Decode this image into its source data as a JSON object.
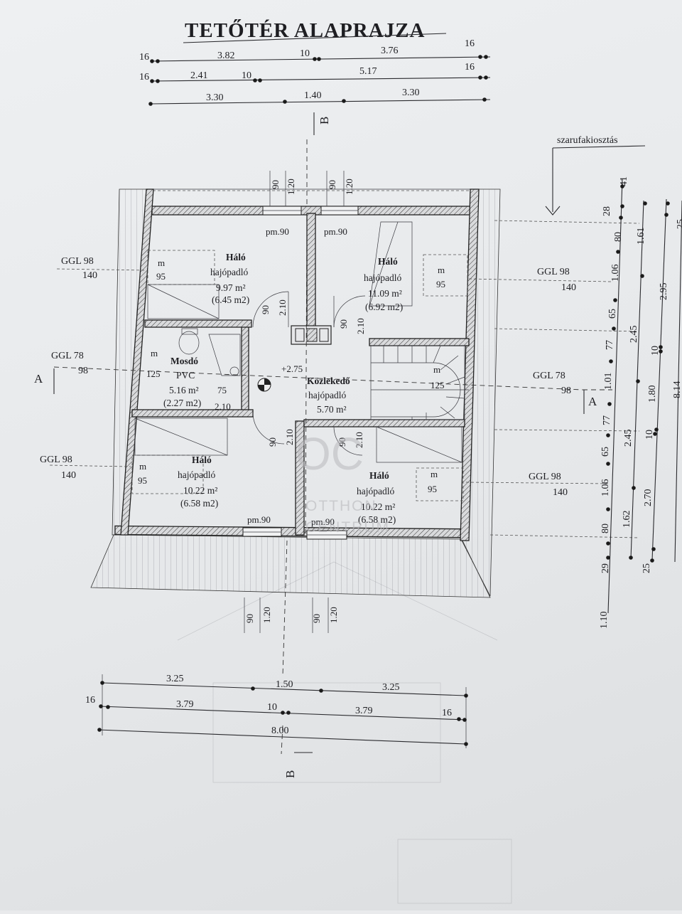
{
  "title": "TETŐTÉR ALAPRAJZA",
  "top_dims": {
    "row1": [
      "16",
      "3.82",
      "10",
      "3.76",
      "16"
    ],
    "row2": [
      "16",
      "2.41",
      "10",
      "5.17",
      "16"
    ],
    "row3": [
      "3.30",
      "1.40",
      "3.30"
    ]
  },
  "bottom_dims": {
    "row1": [
      "3.25",
      "1.50",
      "3.25"
    ],
    "row2": [
      "16",
      "3.79",
      "10",
      "3.79",
      "16"
    ],
    "row3": [
      "8.00"
    ]
  },
  "section_marks": {
    "a_left": "A",
    "a_right": "A",
    "b_top": "B",
    "b_bottom": "B"
  },
  "rafter_note": "szarufakiosztás",
  "right_dims": {
    "col1": [
      "41",
      "28",
      "80",
      "1.06",
      "65",
      "77",
      "1.01",
      "77",
      "65",
      "1.06",
      "80",
      "29",
      "1.10"
    ],
    "col2": [
      "1.61",
      "2.45",
      "1.80",
      "2.45",
      "1.62"
    ],
    "col3": [
      "25",
      "2.95",
      "10",
      "10",
      "2.70",
      "25"
    ],
    "col4": [
      "8.14"
    ]
  },
  "ggl_left": [
    {
      "top": "GGL 98",
      "bottom": "140"
    },
    {
      "top": "GGL 78",
      "bottom": "98"
    },
    {
      "top": "GGL 98",
      "bottom": "140"
    }
  ],
  "ggl_right": [
    {
      "top": "GGL 98",
      "bottom": "140"
    },
    {
      "top": "GGL 78",
      "bottom": "98"
    },
    {
      "top": "GGL 98",
      "bottom": "140"
    }
  ],
  "rooms": [
    {
      "name": "Háló",
      "floor": "hajópadló",
      "area": "9.97 m²",
      "area2": "(6.45 m2)"
    },
    {
      "name": "Háló",
      "floor": "hajópadló",
      "area": "11.09 m²",
      "area2": "(6.92 m2)"
    },
    {
      "name": "Mosdó",
      "floor": "PVC",
      "area": "5.16 m²",
      "area2": "(2.27 m2)"
    },
    {
      "name": "Közlekedő",
      "floor": "hajópadló",
      "area": "5.70 m²",
      "area2": ""
    },
    {
      "name": "Háló",
      "floor": "hajópadló",
      "area": "10.22 m²",
      "area2": "(6.58 m2)"
    },
    {
      "name": "Háló",
      "floor": "hajópadló",
      "area": "10.22 m²",
      "area2": "(6.58 m2)"
    }
  ],
  "door_labels": {
    "w": "90",
    "h": "2.10",
    "roof_w": "90",
    "roof_h": "1.20",
    "wc_w": "75",
    "wc_h": "2.10"
  },
  "sill_label": "pm.90",
  "bed_marks": {
    "m": "m",
    "v95": "95",
    "v125": "125"
  },
  "level": "+2.75",
  "watermark": {
    "logo": "OC",
    "line1": "OTTHON",
    "line2": "CENTRUM"
  }
}
